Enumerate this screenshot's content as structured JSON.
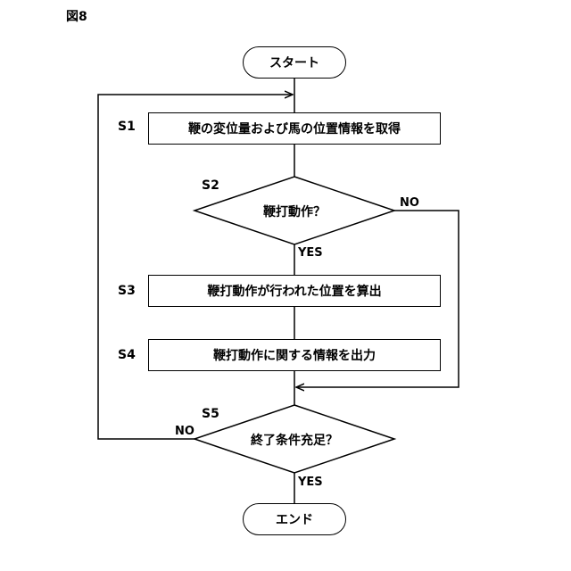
{
  "figure_label": "図8",
  "nodes": {
    "start": "スタート",
    "s1": "鞭の変位量および馬の位置情報を取得",
    "s2": "鞭打動作？",
    "s3": "鞭打動作が行われた位置を算出",
    "s4": "鞭打動作に関する情報を出力",
    "s5": "終了条件充足？",
    "end": "エンド"
  },
  "step_labels": {
    "s1": "S1",
    "s2": "S2",
    "s3": "S3",
    "s4": "S4",
    "s5": "S5"
  },
  "branch_labels": {
    "s2_yes": "YES",
    "s2_no": "NO",
    "s5_yes": "YES",
    "s5_no": "NO"
  }
}
